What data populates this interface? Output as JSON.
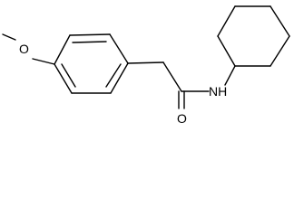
{
  "molecule": {
    "atoms": {
      "oxygen_methoxy": "O",
      "oxygen_carbonyl": "O",
      "amide_nitrogen": "NH"
    }
  }
}
